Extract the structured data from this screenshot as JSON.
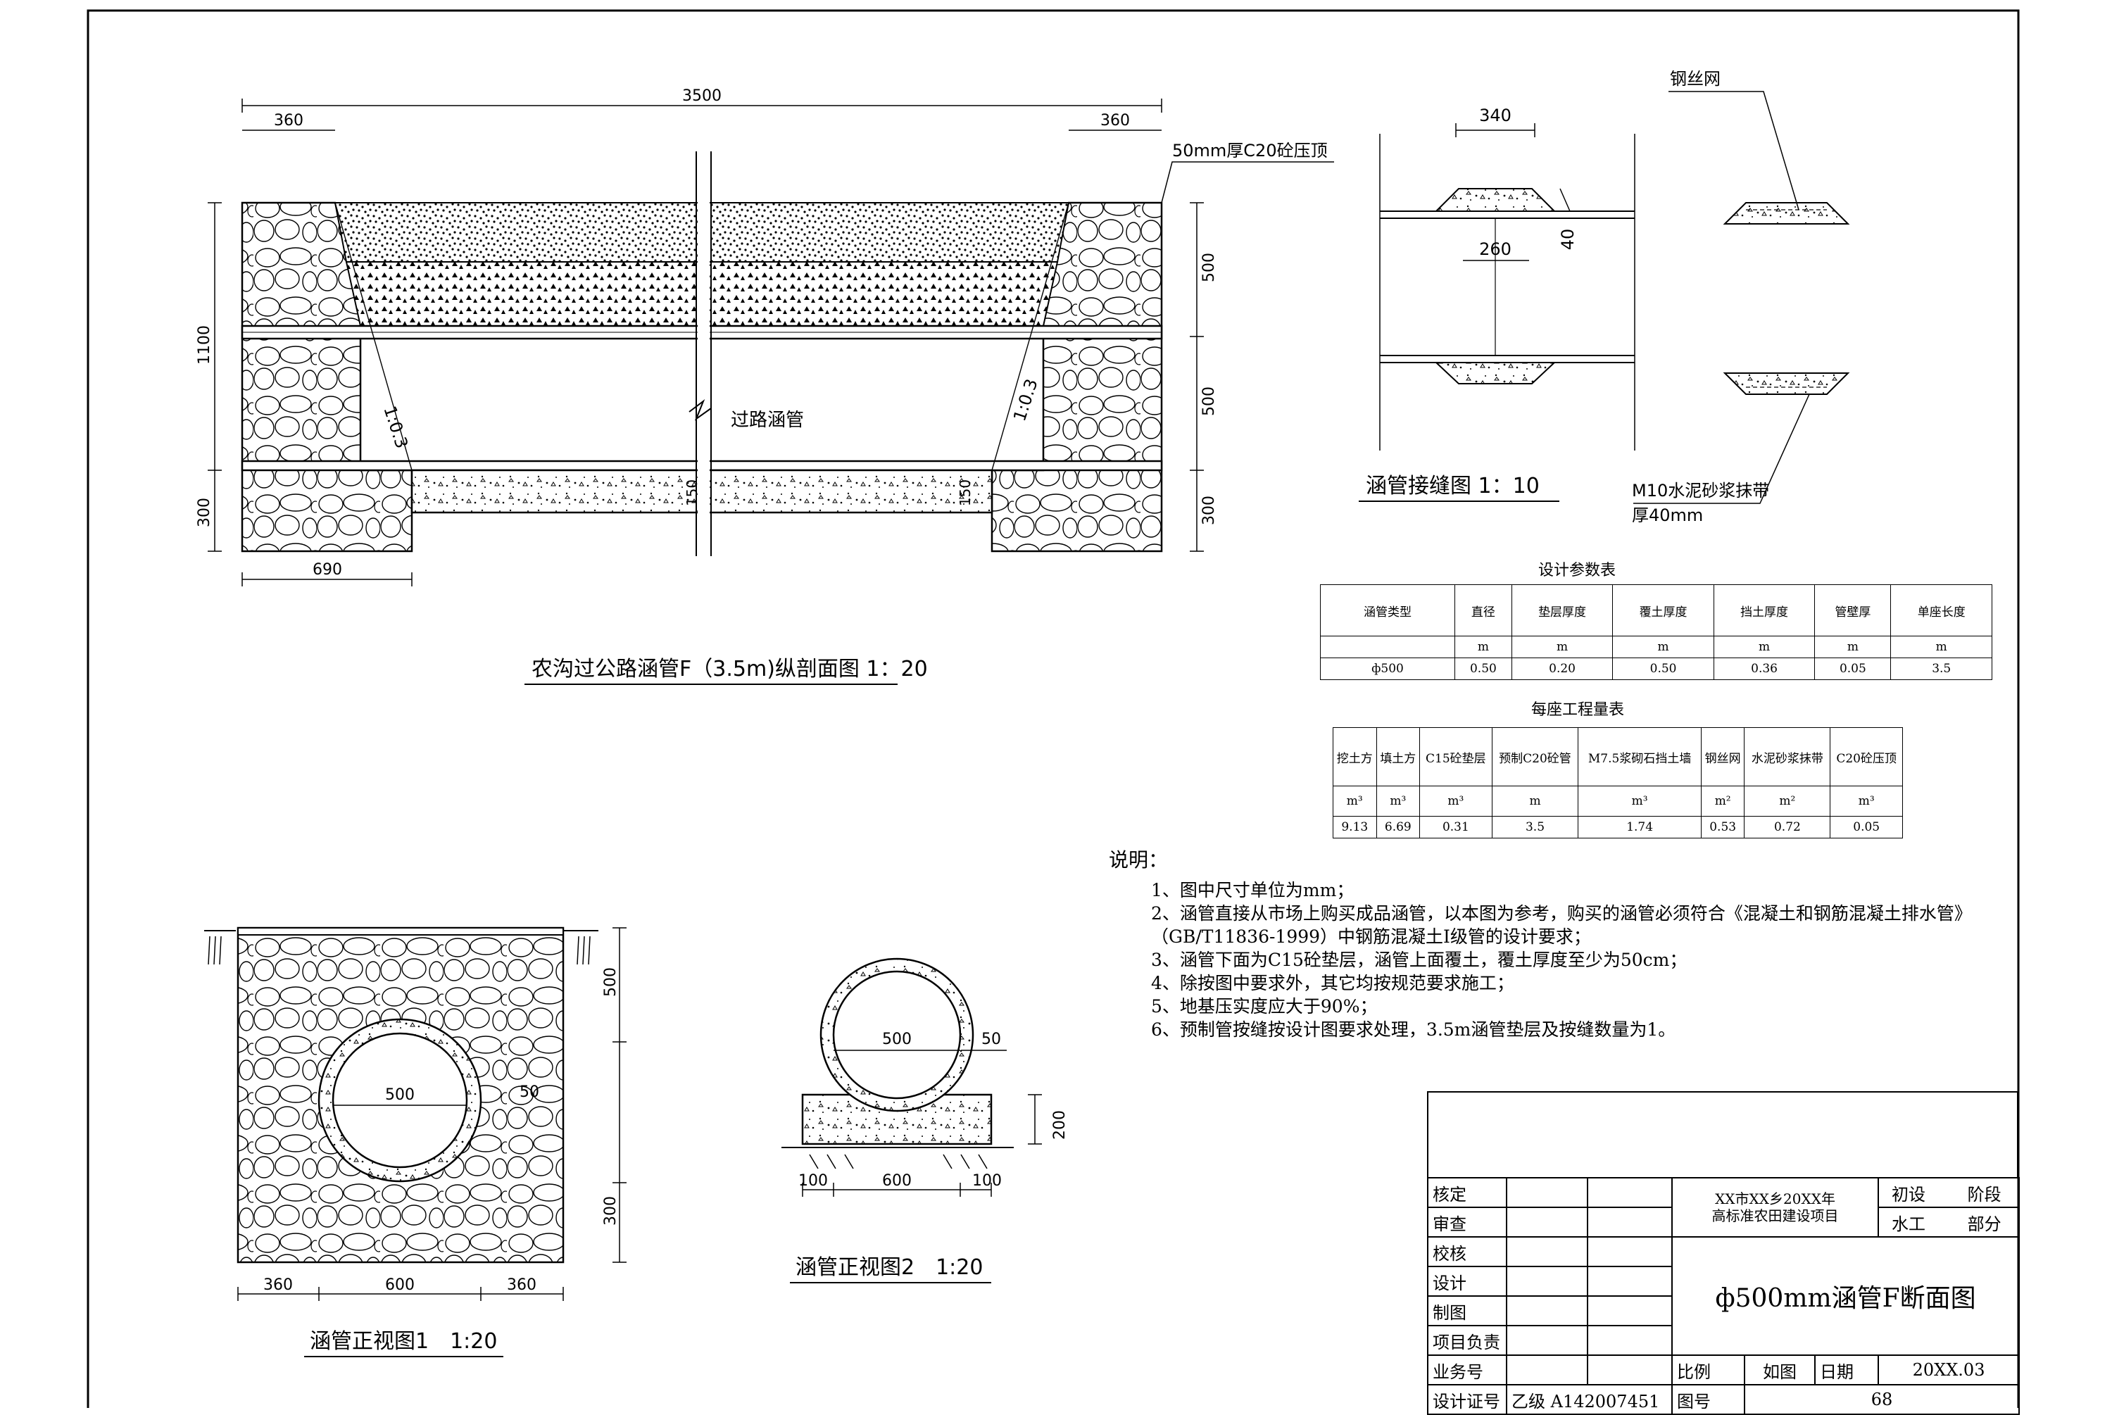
{
  "profile": {
    "title": "农沟过公路涵管F（3.5m)纵剖面图 1：20",
    "dim_total": "3500",
    "dim_left": "360",
    "dim_right": "360",
    "dim_height": "1100",
    "dim_500_top": "500",
    "dim_500_mid": "500",
    "dim_300_left": "300",
    "dim_300_right": "300",
    "dim_690": "690",
    "dim_150_a": "150",
    "dim_150_b": "150",
    "slope_left": "1:0.3",
    "slope_right": "1:0.3",
    "pipe_label": "过路涵管",
    "cap_label": "50mm厚C20砼压顶"
  },
  "joint": {
    "title": "涵管接缝图 1：10",
    "dim_340": "340",
    "dim_260": "260",
    "dim_40": "40",
    "mesh_label": "钢丝网",
    "mortar_label_1": "M10水泥砂浆抹带",
    "mortar_label_2": "厚40mm"
  },
  "front1": {
    "title": "涵管正视图1　1:20",
    "dim_500_v": "500",
    "dim_300_v": "300",
    "dim_500_d": "500",
    "dim_50": "50",
    "dim_360_l": "360",
    "dim_600": "600",
    "dim_360_r": "360"
  },
  "front2": {
    "title": "涵管正视图2　1:20",
    "dim_500": "500",
    "dim_50": "50",
    "dim_200": "200",
    "dim_100_l": "100",
    "dim_600": "600",
    "dim_100_r": "100"
  },
  "param_table": {
    "title": "设计参数表",
    "headers": [
      "涵管类型",
      "直径",
      "垫层厚度",
      "覆土厚度",
      "挡土厚度",
      "管壁厚",
      "单座长度"
    ],
    "units": [
      "",
      "m",
      "m",
      "m",
      "m",
      "m",
      "m"
    ],
    "values": [
      "ф500",
      "0.50",
      "0.20",
      "0.50",
      "0.36",
      "0.05",
      "3.5"
    ]
  },
  "quantity_table": {
    "title": "每座工程量表",
    "headers": [
      "挖土方",
      "填土方",
      "C15砼垫层",
      "预制C20砼管",
      "M7.5浆砌石挡土墙",
      "钢丝网",
      "水泥砂浆抹带",
      "C20砼压顶"
    ],
    "units": [
      "m³",
      "m³",
      "m³",
      "m",
      "m³",
      "m²",
      "m²",
      "m³"
    ],
    "values": [
      "9.13",
      "6.69",
      "0.31",
      "3.5",
      "1.74",
      "0.53",
      "0.72",
      "0.05"
    ]
  },
  "notes": {
    "heading": "说明：",
    "lines": [
      "1、图中尺寸单位为mm；",
      "2、涵管直接从市场上购买成品涵管，以本图为参考，购买的涵管必须符合《混凝土和钢筋混凝土排水管》",
      "（GB/T11836-1999）中钢筋混凝土I级管的设计要求；",
      "3、涵管下面为C15砼垫层，涵管上面覆土，覆土厚度至少为50cm；",
      "4、除按图中要求外，其它均按规范要求施工；",
      "5、地基压实度应大于90%；",
      "6、预制管按缝按设计图要求处理，3.5m涵管垫层及按缝数量为1。"
    ]
  },
  "title_block": {
    "roles": [
      "核定",
      "审查",
      "校核",
      "设计",
      "制图",
      "项目负责",
      "业务号",
      "设计证号"
    ],
    "cert_value": "乙级 A142007451",
    "project_1": "XX市XX乡20XX年",
    "project_2": "高标准农田建设项目",
    "stage_1": "初设",
    "stage_2": "阶段",
    "part_1": "水工",
    "part_2": "部分",
    "drawing_title": "ф500mm涵管F断面图",
    "scale_label": "比例",
    "scale_value": "如图",
    "date_label": "日期",
    "date_value": "20XX.03",
    "number_label": "图号",
    "number_value": "68"
  }
}
